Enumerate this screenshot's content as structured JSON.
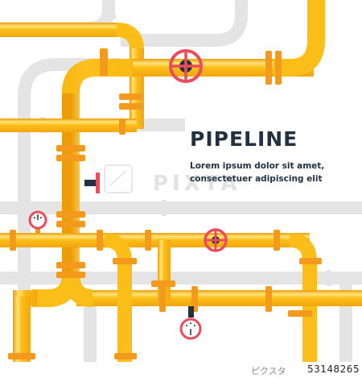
{
  "heading": {
    "title": "PIPELINE"
  },
  "text": {
    "line1": "Lorem ipsum dolor sit amet,",
    "line2": "consectetuer adipiscing elit"
  },
  "watermark": {
    "text": "PIXTA"
  },
  "stock": {
    "logo": "ピクスタ",
    "id": "53148265"
  },
  "colors": {
    "pipe": "#fbbd17",
    "pipe_highlight": "#ffe37a",
    "pipe_shadow": "#eb9c07",
    "flange": "#f39a1c",
    "gray_pipe": "#e4e4e4",
    "valve_red": "#ea4d5a",
    "dark": "#22313f"
  },
  "icons": [
    "valve-wheel-icon",
    "pressure-gauge-icon",
    "valve-lever-icon"
  ]
}
